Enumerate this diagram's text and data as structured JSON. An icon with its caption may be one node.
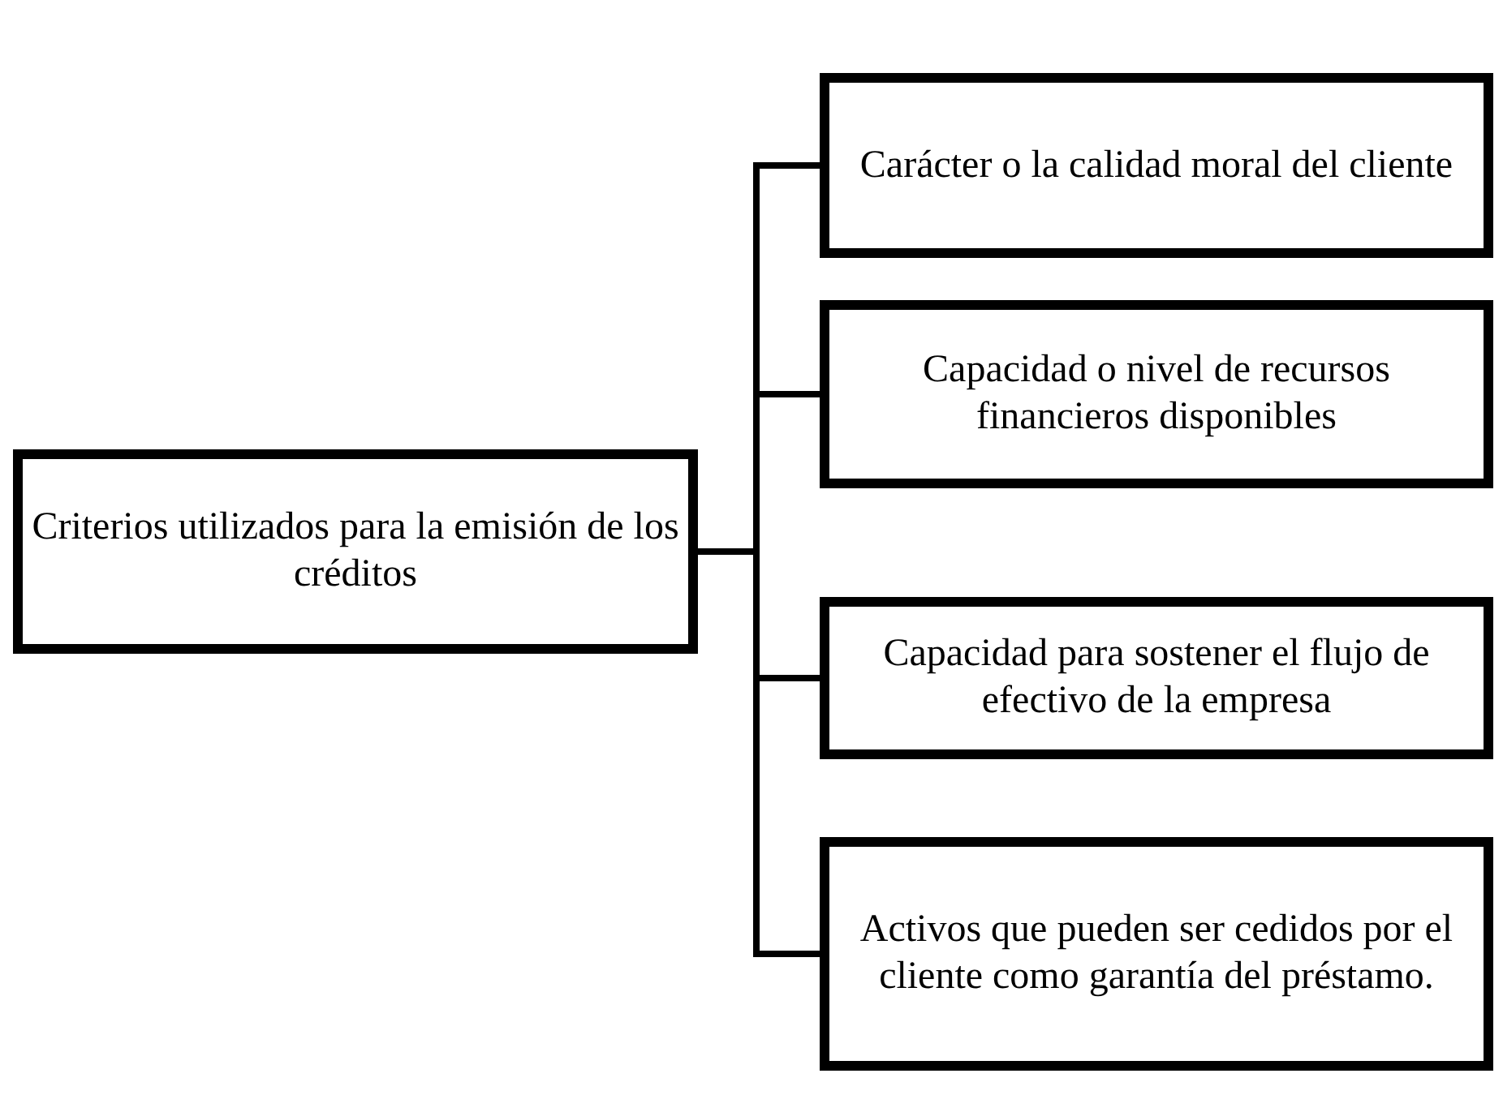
{
  "diagram": {
    "nodes": [
      {
        "text": [
          "Criterios utilizados para la emisión de los créditos"
        ]
      },
      {
        "text": [
          "Carácter o la calidad moral del cliente"
        ]
      },
      {
        "text": [
          "Capacidad o nivel de recursos financieros disponibles"
        ]
      },
      {
        "text": [
          "Capacidad para sostener el flujo de efectivo de la empresa"
        ]
      },
      {
        "text": [
          "Activos que pueden ser cedidos por el cliente como garantía del préstamo."
        ]
      }
    ],
    "edges": [
      {
        "from": 0,
        "to": 1,
        "arrow": "none"
      },
      {
        "from": 0,
        "to": 2,
        "arrow": "none"
      },
      {
        "from": 0,
        "to": 3,
        "arrow": "none"
      },
      {
        "from": 0,
        "to": 4,
        "arrow": "none"
      }
    ]
  }
}
